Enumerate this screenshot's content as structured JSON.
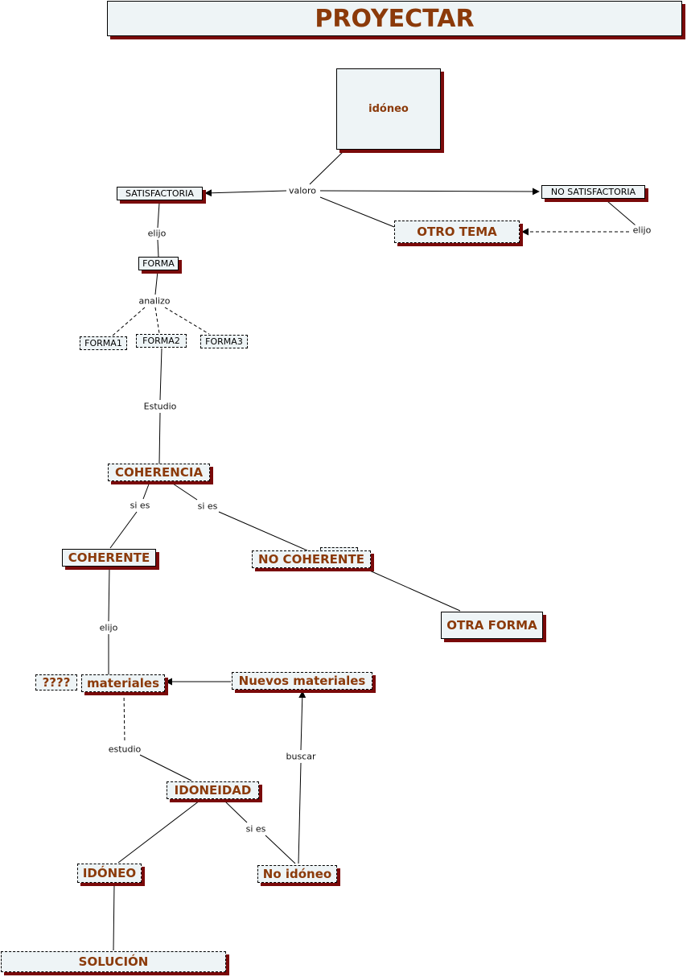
{
  "title": "PROYECTAR",
  "nodes": {
    "idoneo_top": "idóneo",
    "satisfactoria": "SATISFACTORIA",
    "no_satisfactoria": "NO SATISFACTORIA",
    "otro_tema": "OTRO TEMA",
    "forma": "FORMA",
    "forma1": "FORMA1",
    "forma2": "FORMA2",
    "forma3": "FORMA3",
    "coherencia": "COHERENCIA",
    "coherente": "COHERENTE",
    "no_coherente": "NO COHERENTE",
    "otra_forma": "OTRA FORMA",
    "materiales": "materiales",
    "unknown": "????",
    "nuevos_materiales": "Nuevos materiales",
    "idoneidad": "IDONEIDAD",
    "idoneo": "IDÓNEO",
    "no_idoneo": "No idóneo",
    "solucion": "SOLUCIÓN"
  },
  "links": {
    "valoro": "valoro",
    "elijo1": "elijo",
    "elijo2": "elijo",
    "analizo": "analizo",
    "estudio1": "Estudio",
    "si_es1": "si es",
    "si_es2": "si es",
    "elijo3": "elijo",
    "estudio2": "estudio",
    "buscar": "buscar",
    "si_es3": "si es"
  },
  "colors": {
    "node_text": "#8b3a0a",
    "shadow": "#7a0a0a",
    "node_bg": "#eef4f6"
  }
}
